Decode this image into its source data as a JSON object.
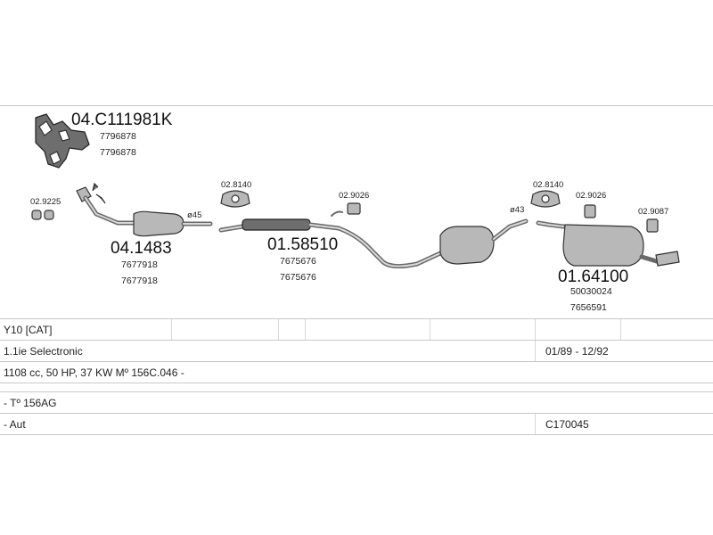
{
  "parts": {
    "manifold": {
      "code": "04.C111981K",
      "oe1": "7796878",
      "oe2": "7796878"
    },
    "front_pipe_clamp": {
      "code": "02.9225"
    },
    "catalyst": {
      "code": "04.1483",
      "oe1": "7677918",
      "oe2": "7677918",
      "diameter": "ø45"
    },
    "clamp_a": {
      "code": "02.8140"
    },
    "mid_section": {
      "code": "01.58510",
      "oe1": "7675676",
      "oe2": "7675676"
    },
    "hanger_a": {
      "code": "02.9026"
    },
    "clamp_b": {
      "code": "02.8140",
      "diameter": "ø43"
    },
    "hanger_b": {
      "code": "02.9026"
    },
    "hanger_c": {
      "code": "02.9087"
    },
    "rear_silencer": {
      "code": "01.64100",
      "oe1": "50030024",
      "oe2": "7656591"
    }
  },
  "spec": {
    "model": "Y10  [CAT]",
    "engine": "1.1ie Selectronic",
    "years": "01/89 - 12/92",
    "capacity": "1108 cc, 50 HP, 37 KW Mº 156C.046 -",
    "blank_row": "",
    "type": "- Tº 156AG",
    "transmission": "- Aut",
    "ref": "C170045"
  }
}
